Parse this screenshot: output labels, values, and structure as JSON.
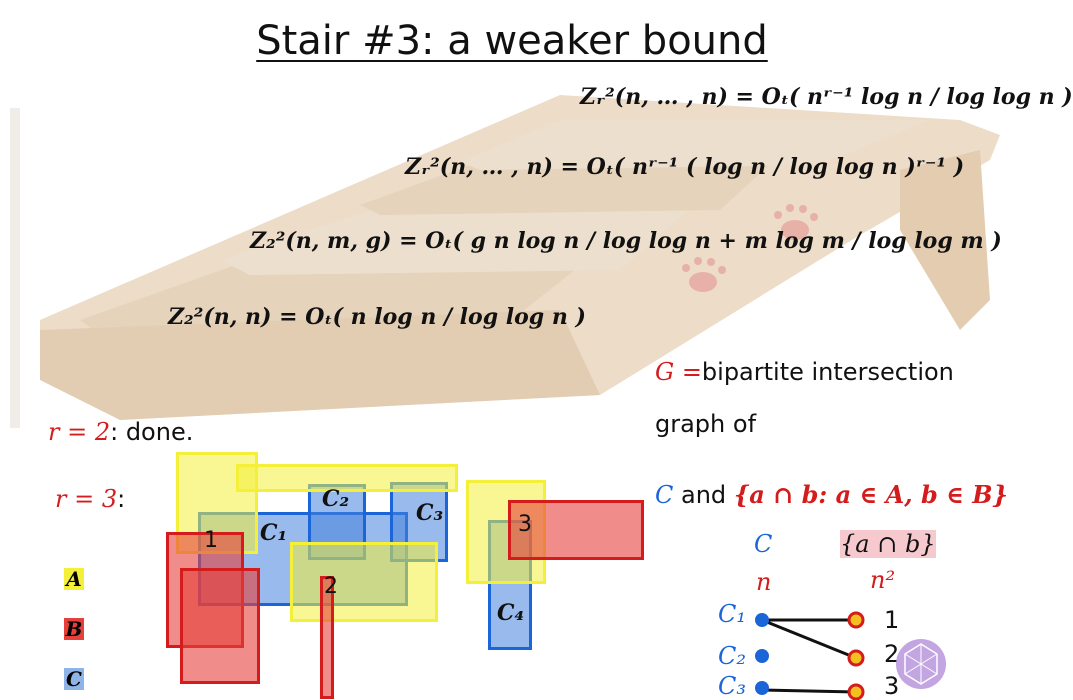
{
  "title": "Stair #3: a weaker bound",
  "formulas": [
    "Z₂²(n, n) = Oₜ( n log n / log log n )",
    "Z₂²(n, m, g) = Oₜ( g n log n / log log n + m log m / log log m )",
    "Zᵣ²(n, … , n) = Oₜ( nʳ⁻¹ ( log n / log log n )ʳ⁻¹ )",
    "Zᵣ²(n, … , n) = Oₜ( nʳ⁻¹ log n / log log n )"
  ],
  "right_text": {
    "g_symbol": "G",
    "eq": "=",
    "line1": "bipartite intersection",
    "line2": "graph of",
    "c_symbol": "C",
    "and": "and",
    "set": "{a ∩ b: a ∈ A, b ∈ B}"
  },
  "left_text": {
    "r2": "r = 2",
    "done": ": done.",
    "r3": "r = 3",
    "colon": ":"
  },
  "legend": [
    "A",
    "B",
    "C"
  ],
  "rect_labels": {
    "one": "1",
    "two": "2",
    "three": "3",
    "c1": "C₁",
    "c2": "C₂",
    "c3": "C₃",
    "c4": "C₄"
  },
  "graph": {
    "left_header": "C",
    "right_header": "{a ∩ b}",
    "left_size": "n",
    "right_size": "n²",
    "left_nodes": [
      "C₁",
      "C₂",
      "C₃"
    ],
    "right_nodes": [
      "1",
      "2",
      "3"
    ]
  },
  "colors": {
    "red": "#d41c1c",
    "blue": "#1a66d9",
    "yellow": "#f4f03a",
    "stair": "#ecdcc8"
  }
}
